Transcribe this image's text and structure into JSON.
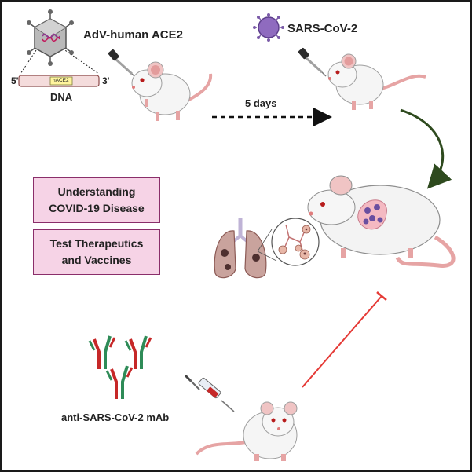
{
  "labels": {
    "adv": "AdV-human ACE2",
    "sars": "SARS-CoV-2",
    "days": "5 days",
    "dna": "DNA",
    "five_prime": "5'",
    "three_prime": "3'",
    "hace2": "hACE2",
    "mab": "anti-SARS-CoV-2 mAb"
  },
  "boxes": {
    "understanding_line1": "Understanding",
    "understanding_line2": "COVID-19 Disease",
    "therapeutics_line1": "Test Therapeutics",
    "therapeutics_line2": "and Vaccines"
  },
  "colors": {
    "box_fill": "#f6d3e6",
    "box_border": "#8a2e6a",
    "inhibition_line": "#e53935",
    "flow_arrow": "#2e4a1e",
    "virus": "#7b5ba8",
    "antibody_red": "#c62828",
    "antibody_green": "#2e8b57"
  }
}
